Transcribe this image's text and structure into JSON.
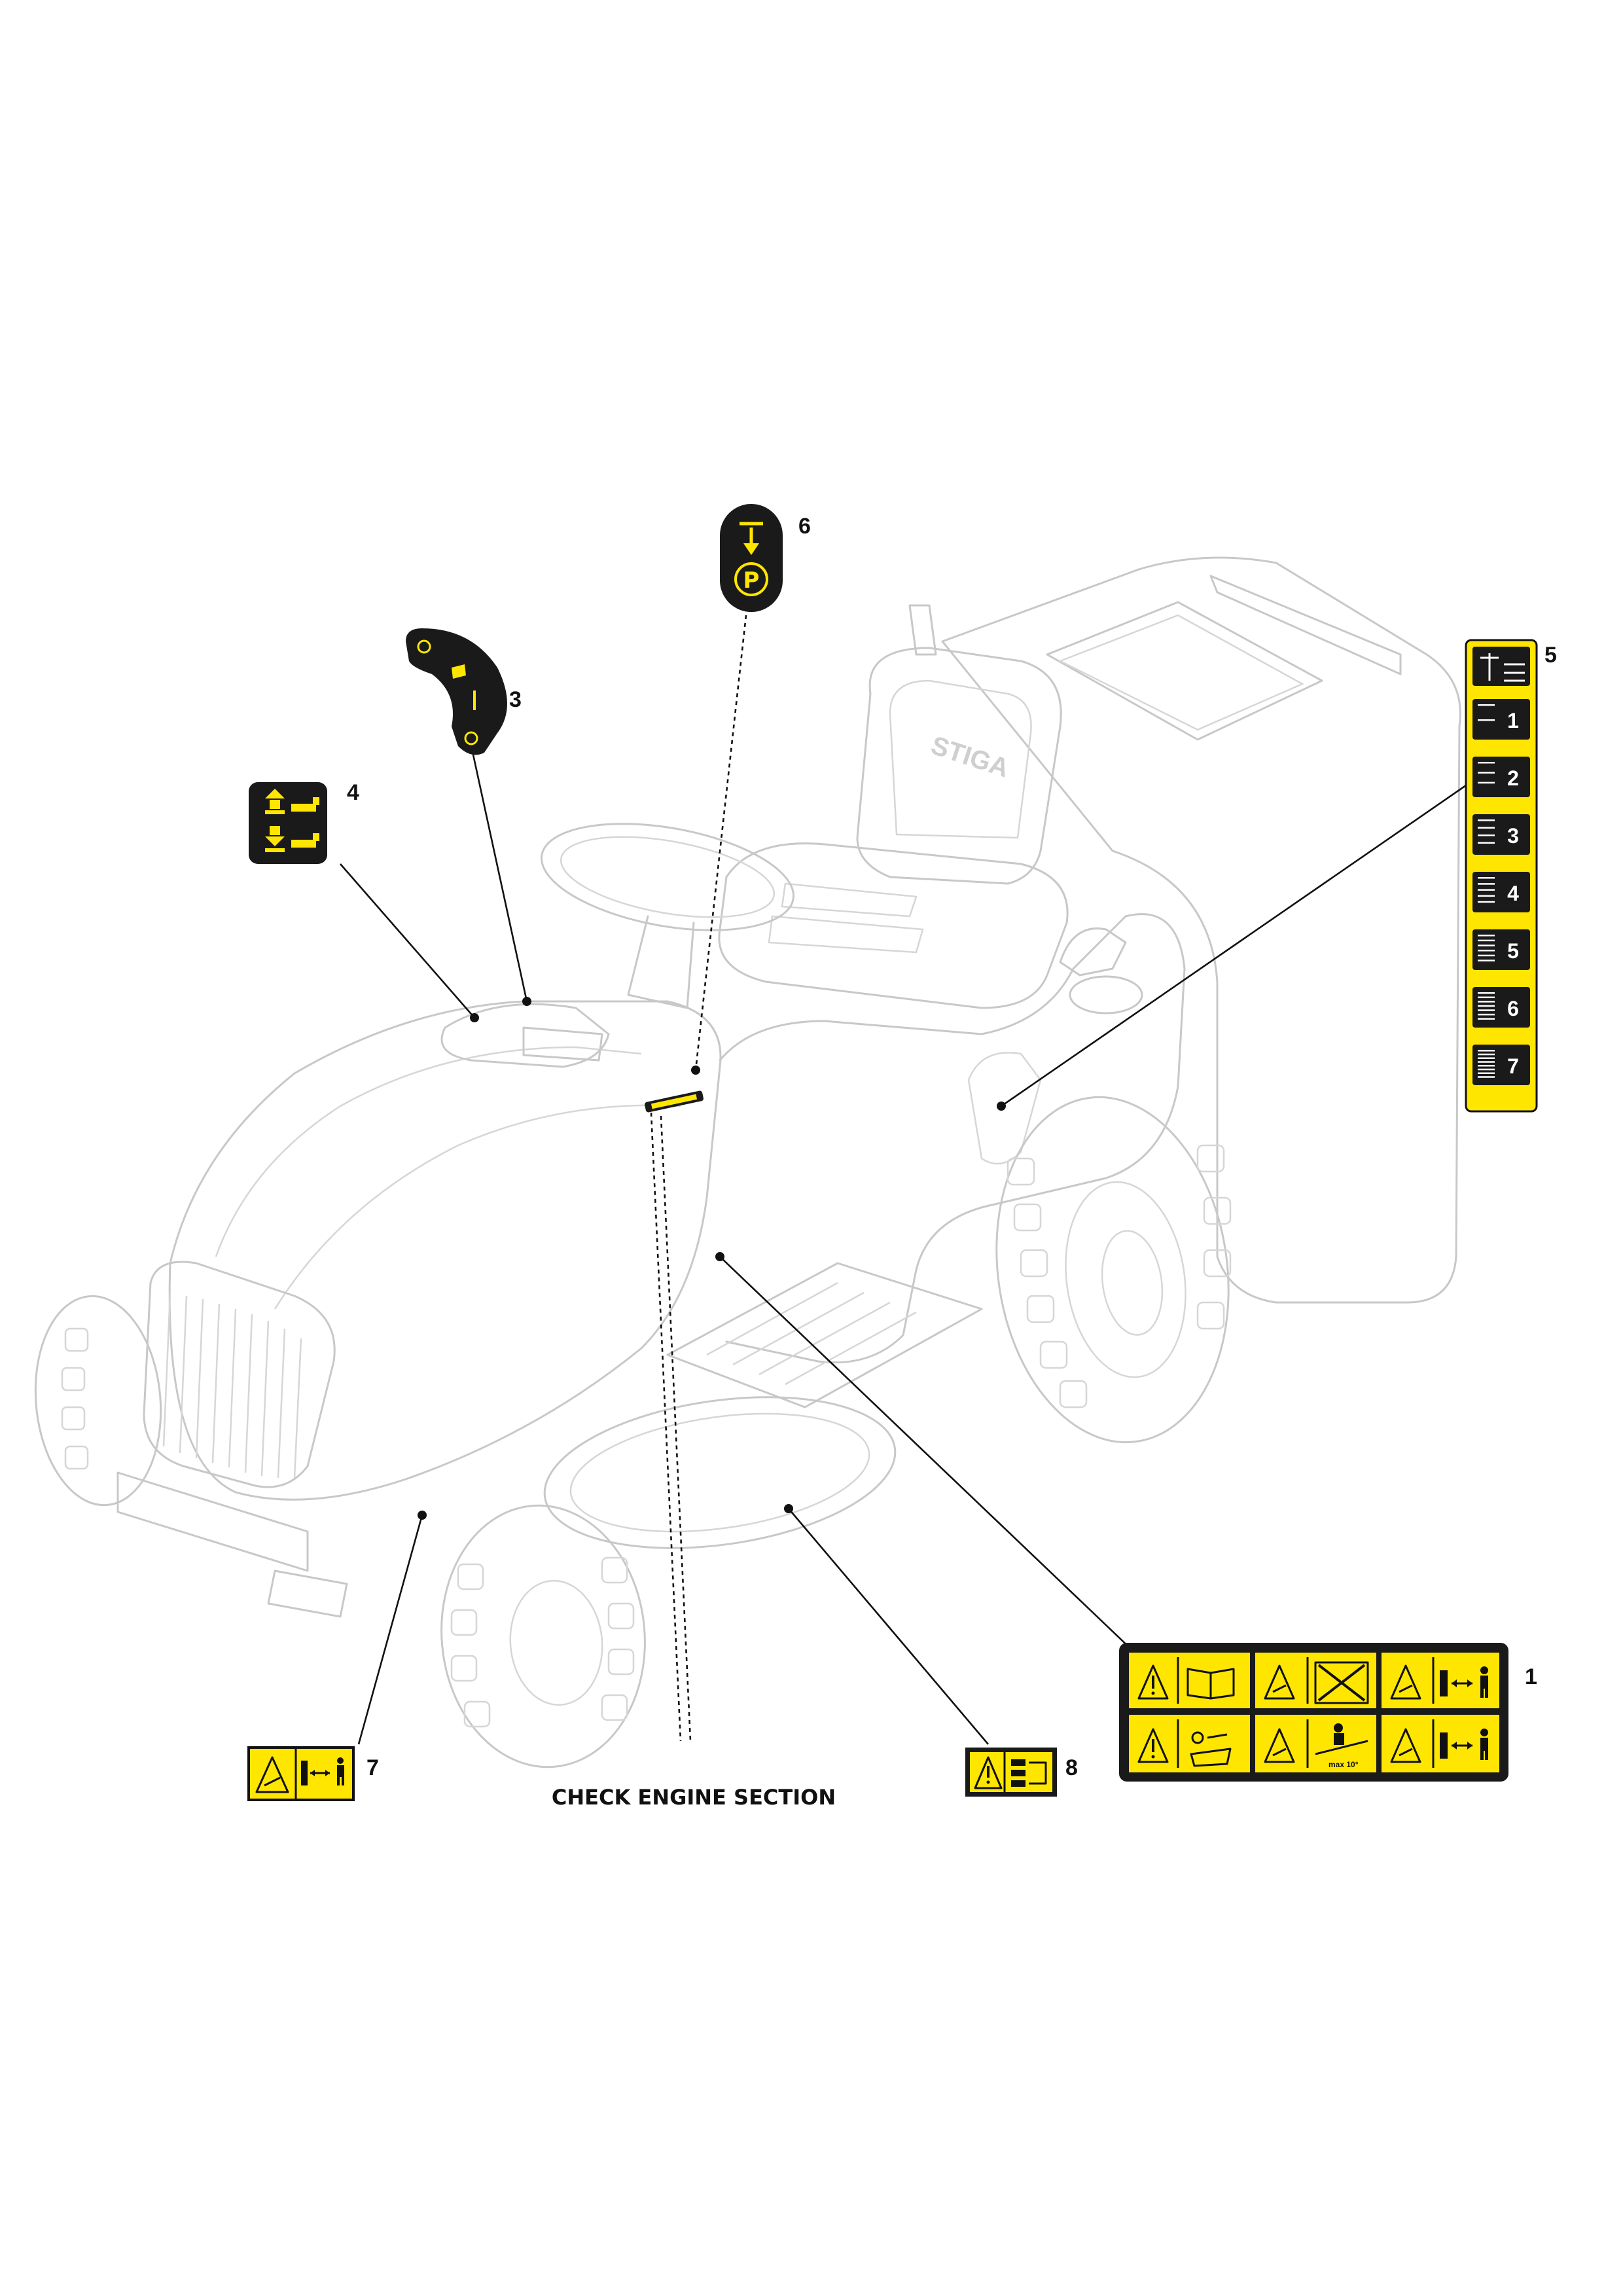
{
  "callouts": {
    "c1": "1",
    "c3": "3",
    "c4": "4",
    "c5": "5",
    "c6": "6",
    "c7": "7",
    "c8": "8"
  },
  "engine_note": "CHECK ENGINE SECTION",
  "seat_logo": "STIGA",
  "decal5_numbers": [
    "1",
    "2",
    "3",
    "4",
    "5",
    "6",
    "7"
  ],
  "decal1_slope_text": "max 10°",
  "decal6_parking_symbol": "P",
  "colors": {
    "decal_yellow": "#ffe600",
    "decal_black": "#1a1a1a",
    "tractor_outline": "#c8c8c8",
    "leader_line": "#111111"
  },
  "icons": [
    "warning-triangle-icon",
    "manual-book-icon",
    "cutting-blade-hazard-icon",
    "no-passenger-icon",
    "keep-distance-icon",
    "remove-key-icon",
    "slope-limit-icon",
    "parking-brake-icon",
    "height-adjust-icon",
    "throttle-icon"
  ]
}
